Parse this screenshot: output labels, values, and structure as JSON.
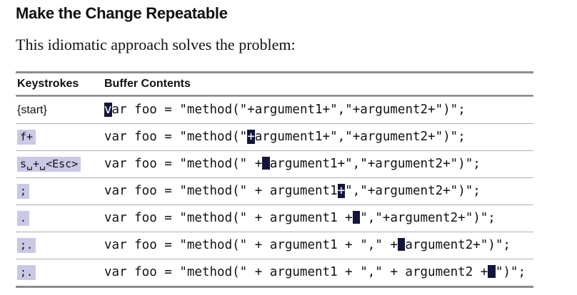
{
  "heading": "Make the Change Repeatable",
  "intro": "This idiomatic approach solves the problem:",
  "table": {
    "headers": {
      "keystrokes": "Keystrokes",
      "buffer": "Buffer Contents"
    },
    "rows": [
      {
        "keys": "{start}",
        "before": "",
        "cursor": "v",
        "after": "ar foo = \"method(\"+argument1+\",\"+argument2+\")\";"
      },
      {
        "keys": "f+",
        "before": "var foo = \"method(\"",
        "cursor": "+",
        "after": "argument1+\",\"+argument2+\")\";"
      },
      {
        "keys": "s␣+␣<Esc>",
        "before": "var foo = \"method(\" +",
        "cursor": "",
        "after": "argument1+\",\"+argument2+\")\";"
      },
      {
        "keys": ";",
        "before": "var foo = \"method(\" + argument1",
        "cursor": "+",
        "after": "\",\"+argument2+\")\";"
      },
      {
        "keys": ".",
        "before": "var foo = \"method(\" + argument1 +",
        "cursor": "",
        "after": "\",\"+argument2+\")\";"
      },
      {
        "keys": ";.",
        "before": "var foo = \"method(\" + argument1 + \",\" +",
        "cursor": "",
        "after": "argument2+\")\";"
      },
      {
        "keys": ";.",
        "before": "var foo = \"method(\" + argument1 + \",\" + argument2 +",
        "cursor": "",
        "after": "\")\";"
      }
    ]
  }
}
